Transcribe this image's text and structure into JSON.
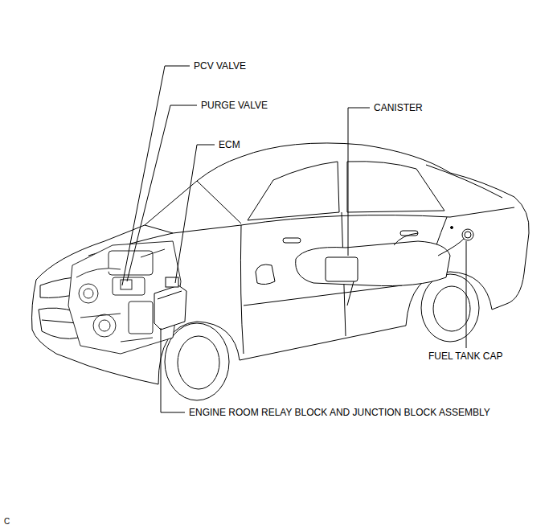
{
  "diagram": {
    "labels": [
      "PCV VALVE",
      "PURGE VALVE",
      "ECM",
      "CANISTER",
      "FUEL TANK CAP",
      "ENGINE ROOM RELAY BLOCK AND JUNCTION BLOCK ASSEMBLY",
      "C"
    ]
  }
}
